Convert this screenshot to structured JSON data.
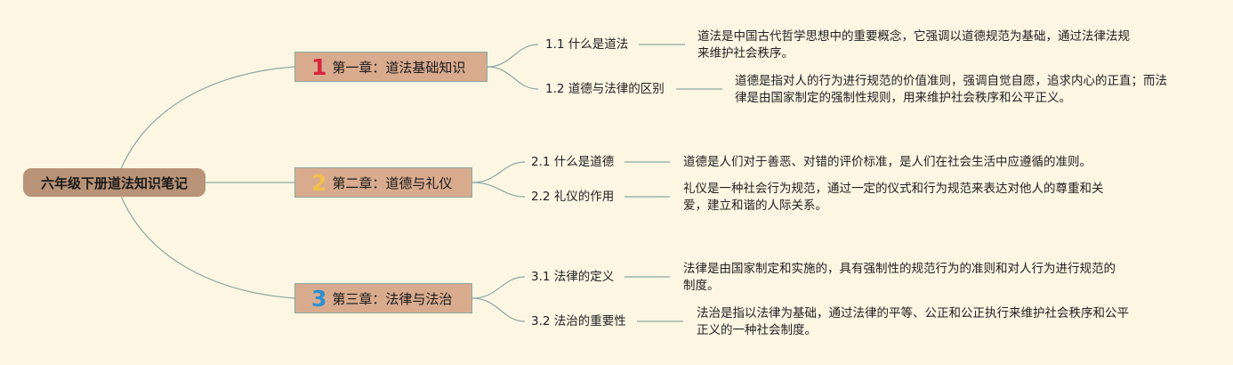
{
  "root": {
    "title": "六年级下册道法知识笔记"
  },
  "chapters": [
    {
      "number": "1",
      "number_color": "#d7263d",
      "title": "第一章：道法基础知识",
      "subs": [
        {
          "label": "1.1 什么是道法",
          "desc": "道法是中国古代哲学思想中的重要概念，它强调以道德规范为基础，通过法律法规来维护社会秩序。"
        },
        {
          "label": "1.2 道德与法律的区别",
          "desc": "道德是指对人的行为进行规范的价值准则，强调自觉自愿，追求内心的正直；而法律是由国家制定的强制性规则，用来维护社会秩序和公平正义。"
        }
      ]
    },
    {
      "number": "2",
      "number_color": "#f2c14e",
      "title": "第二章：道德与礼仪",
      "subs": [
        {
          "label": "2.1 什么是道德",
          "desc": "道德是人们对于善恶、对错的评价标准，是人们在社会生活中应遵循的准则。"
        },
        {
          "label": "2.2 礼仪的作用",
          "desc": "礼仪是一种社会行为规范，通过一定的仪式和行为规范来表达对他人的尊重和关爱，建立和谐的人际关系。"
        }
      ]
    },
    {
      "number": "3",
      "number_color": "#2f8fd1",
      "title": "第三章：法律与法治",
      "subs": [
        {
          "label": "3.1 法律的定义",
          "desc": "法律是由国家制定和实施的，具有强制性的规范行为的准则和对人行为进行规范的制度。"
        },
        {
          "label": "3.2 法治的重要性",
          "desc": "法治是指以法律为基础，通过法律的平等、公正和公正执行来维护社会秩序和公平正义的一种社会制度。"
        }
      ]
    }
  ],
  "colors": {
    "background": "#fdf6e3",
    "root_fill": "#b99377",
    "chapter_fill": "#d8ab8f",
    "line": "#8aa9a0"
  }
}
